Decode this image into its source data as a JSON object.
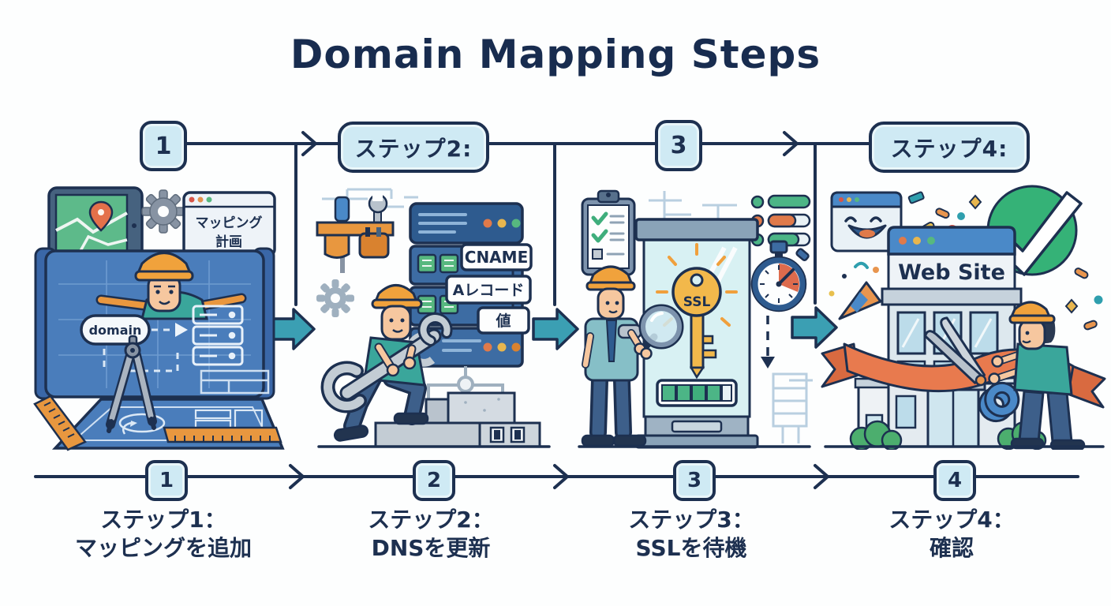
{
  "title": "Domain Mapping Steps",
  "top_flow": {
    "badges": [
      "1",
      "ステップ2:",
      "3",
      "ステップ4:"
    ]
  },
  "panel_1": {
    "icons": [
      "tablet-map-icon",
      "gear-icon",
      "plan-browser-card",
      "worker-with-hard-hat",
      "blueprint",
      "server-stack-icon",
      "compass-icon",
      "ruler-icon",
      "ground-blueprint-sheet"
    ],
    "plan_card": {
      "line1": "マッピング",
      "line2": "計画"
    },
    "domain_label": "domain"
  },
  "panel_2": {
    "icons": [
      "tool-belt-icon",
      "gear-icon",
      "server-rack",
      "worker-with-wrench",
      "concrete-blocks"
    ],
    "record_labels": [
      "CNAME",
      "Aレコード",
      "値"
    ]
  },
  "panel_3": {
    "icons": [
      "clipboard-checklist-icon",
      "status-bars-icon",
      "glass-case",
      "ssl-key-icon",
      "progress-bar",
      "stopwatch-icon",
      "worker-with-magnifier",
      "dashed-down-arrow"
    ],
    "key_label": "SSL"
  },
  "panel_4": {
    "icons": [
      "happy-browser-icon",
      "confetti",
      "party-popper-icon",
      "success-check-icon",
      "website-building",
      "ribbon",
      "scissors-icon",
      "worker-celebrating"
    ],
    "building_sign": "Web Site"
  },
  "timeline": {
    "badges": [
      "1",
      "2",
      "3",
      "4"
    ],
    "steps": [
      {
        "line1": "ステップ1：",
        "line2": "マッピングを追加"
      },
      {
        "line1": "ステップ2：",
        "line2": "DNSを更新"
      },
      {
        "line1": "ステップ3：",
        "line2": "SSLを待機"
      },
      {
        "line1": "ステップ4：",
        "line2": "確認"
      }
    ]
  },
  "colors": {
    "navy_outline": "#1d3050",
    "badge_fill": "#cfeaf4",
    "arrow_teal": "#3b9fb3",
    "blueprint_blue": "#4a7dbb",
    "server_blue": "#3d6ca3",
    "hard_hat_orange": "#f0a23c",
    "ribbon_orange": "#e87a4e",
    "success_green": "#35b277",
    "key_gold": "#f2b84b",
    "glass_cyan": "#d8f1f3"
  }
}
